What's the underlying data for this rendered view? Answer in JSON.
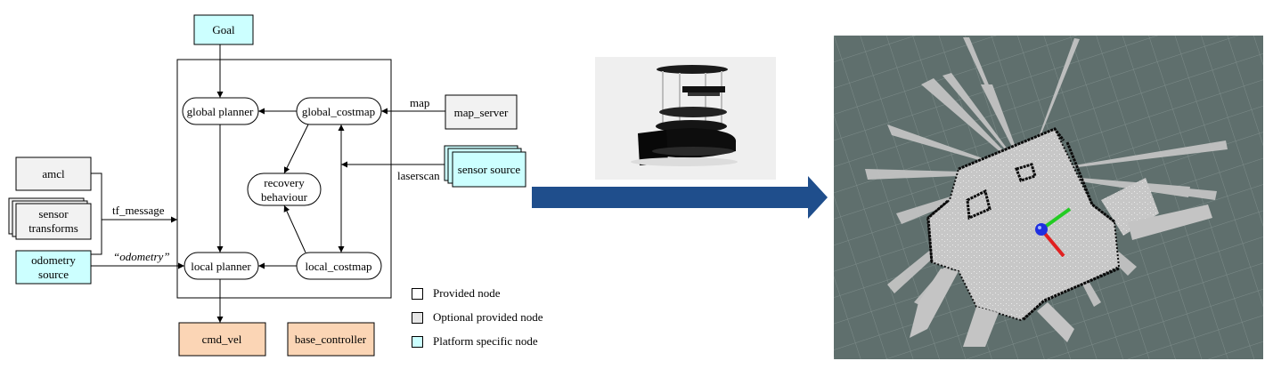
{
  "colors": {
    "provided": "#ffffff",
    "optional": "#f2f2f2",
    "platform": "#ccffff",
    "controller": "#fbd5b5",
    "arrow_blue": "#1f4e8c",
    "map_background": "#5f6f6d"
  },
  "nodes": {
    "goal": "Goal",
    "global_planner": "global planner",
    "global_costmap": "global_costmap",
    "map_server": "map_server",
    "sensor_source": "sensor source",
    "recovery_line1": "recovery",
    "recovery_line2": "behaviour",
    "amcl": "amcl",
    "sensor_transforms_line1": "sensor",
    "sensor_transforms_line2": "transforms",
    "odometry_line1": "odometry",
    "odometry_line2": "source",
    "local_planner": "local planner",
    "local_costmap": "local_costmap",
    "cmd_vel": "cmd_vel",
    "base_controller": "base_controller"
  },
  "edge_labels": {
    "map": "map",
    "laserscan": "laserscan",
    "tf_message": "tf_message",
    "odometry": "“odometry”"
  },
  "legend": {
    "provided": "Provided node",
    "optional": "Optional provided node",
    "platform": "Platform specific node"
  },
  "images": {
    "robot_photo": "turtlebot-robot",
    "occupancy_map": "rviz-occupancy-grid-map"
  }
}
